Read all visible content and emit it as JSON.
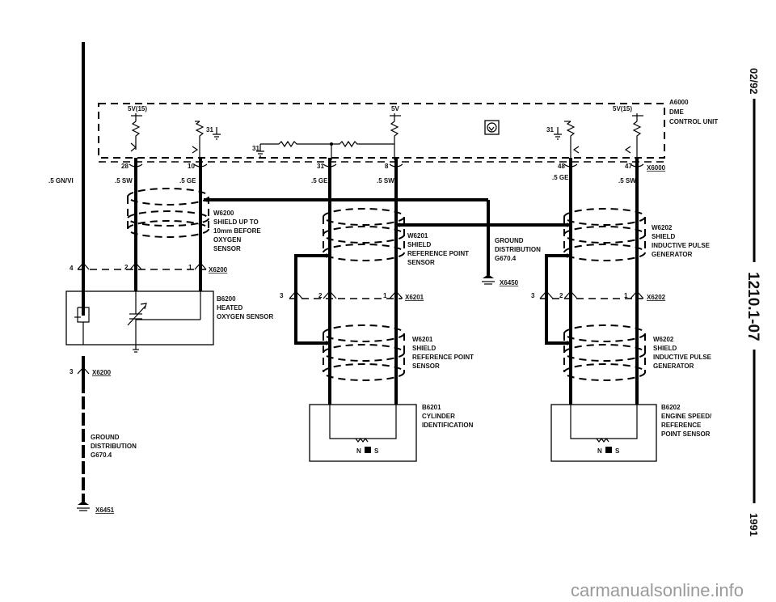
{
  "side": {
    "date": "02/92",
    "section": "1210.1-07",
    "year": "1991"
  },
  "control_unit": {
    "id": "A6000",
    "line1": "DME",
    "line2": "CONTROL UNIT",
    "v_left": "5V(15)",
    "v_mid": "5V",
    "v_right": "5V(15)",
    "gnd_a": "31",
    "gnd_b": "31",
    "gnd_c": "31",
    "connector": "X6000"
  },
  "pins": {
    "p28": "28",
    "p10": "10",
    "p31": "31",
    "p8": "8",
    "p48": "48",
    "p47": "47",
    "p4": "4",
    "p2a": "2",
    "p1a": "1",
    "p3b": "3",
    "p2b": "2",
    "p1b": "1",
    "p3c": "3",
    "p2c": "2",
    "p1c": "1",
    "p3d": "3"
  },
  "wires": {
    "gnvi": ".5 GN/VI",
    "sw1": ".5 SW",
    "ge1": ".5 GE",
    "ge2": ".5 GE",
    "sw2": ".5 SW",
    "ge3": ".5 GE",
    "sw3": ".5 SW"
  },
  "w6200": {
    "id": "W6200",
    "lines": [
      "SHIELD UP TO",
      "10mm BEFORE",
      "OXYGEN",
      "SENSOR"
    ]
  },
  "x6200_top": "X6200",
  "x6200_bot": "X6200",
  "b6200": {
    "id": "B6200",
    "lines": [
      "HEATED",
      "OXYGEN SENSOR"
    ]
  },
  "w6201_top": {
    "id": "W6201",
    "lines": [
      "SHIELD",
      "REFERENCE POINT",
      "SENSOR"
    ]
  },
  "w6201_bot": {
    "id": "W6201",
    "lines": [
      "SHIELD",
      "REFERENCE POINT",
      "SENSOR"
    ]
  },
  "x6201": "X6201",
  "b6201": {
    "id": "B6201",
    "lines": [
      "CYLINDER",
      "IDENTIFICATION"
    ]
  },
  "ground_mid": {
    "lines": [
      "GROUND",
      "DISTRIBUTION",
      "G670.4"
    ],
    "connector": "X6450"
  },
  "w6202_top": {
    "id": "W6202",
    "lines": [
      "SHIELD",
      "INDUCTIVE PULSE",
      "GENERATOR"
    ]
  },
  "w6202_bot": {
    "id": "W6202",
    "lines": [
      "SHIELD",
      "INDUCTIVE PULSE",
      "GENERATOR"
    ]
  },
  "x6202": "X6202",
  "b6202": {
    "id": "B6202",
    "lines": [
      "ENGINE SPEED/",
      "REFERENCE",
      "POINT SENSOR"
    ]
  },
  "ground_left": {
    "lines": [
      "GROUND",
      "DISTRIBUTION",
      "G670.4"
    ],
    "connector": "X6451"
  },
  "sensor_poles_a": {
    "n": "N",
    "s": "S"
  },
  "sensor_poles_b": {
    "n": "N",
    "s": "S"
  },
  "watermark": "carmanualsonline.info"
}
